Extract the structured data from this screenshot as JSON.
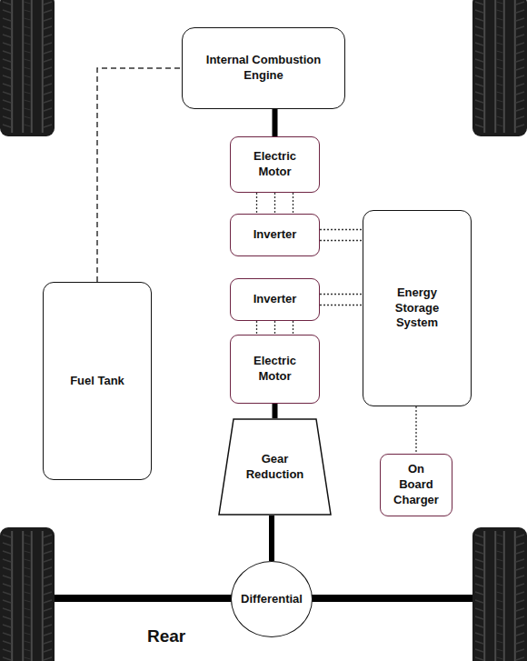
{
  "diagram": {
    "nodes": [
      {
        "text": [
          "Internal Combustion Engine"
        ]
      },
      {
        "text": [
          "Electric Motor"
        ]
      },
      {
        "text": [
          "Energy Storage System"
        ]
      },
      {
        "text": [
          "Inverter"
        ]
      },
      {
        "text": [
          "Inverter"
        ]
      },
      {
        "text": [
          "Fuel Tank"
        ]
      },
      {
        "text": [
          "Electric Motor"
        ]
      },
      {
        "text": [
          "Gear Reduction"
        ]
      },
      {
        "text": [
          "On Board Charger"
        ]
      },
      {
        "text": [
          "Differential"
        ]
      }
    ],
    "edges": [
      {
        "from": 5,
        "to": 0,
        "arrow": "none"
      },
      {
        "from": 0,
        "to": 1,
        "arrow": "none"
      },
      {
        "from": 1,
        "to": 3,
        "arrow": "none"
      },
      {
        "from": 3,
        "to": 2,
        "arrow": "none"
      },
      {
        "from": 4,
        "to": 2,
        "arrow": "none"
      },
      {
        "from": 4,
        "to": 6,
        "arrow": "none"
      },
      {
        "from": 6,
        "to": 7,
        "arrow": "none"
      },
      {
        "from": 7,
        "to": 9,
        "arrow": "none"
      },
      {
        "from": 2,
        "to": 8,
        "arrow": "none"
      }
    ],
    "labels": [
      "Rear"
    ]
  }
}
